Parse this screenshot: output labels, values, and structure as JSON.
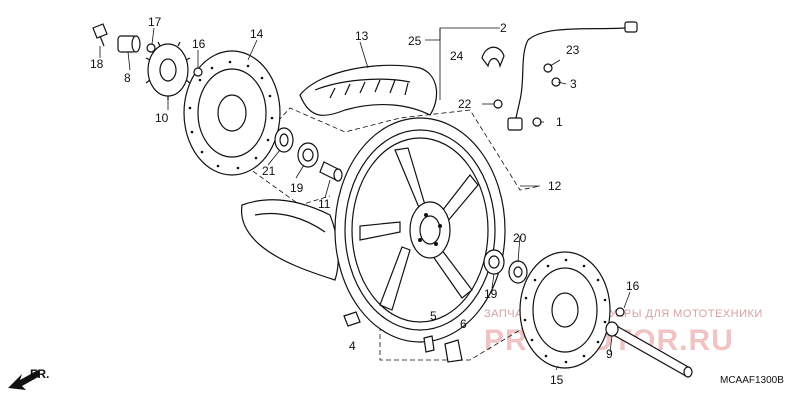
{
  "diagram": {
    "part_labels": [
      "1",
      "2",
      "3",
      "4",
      "5",
      "6",
      "8",
      "9",
      "10",
      "11",
      "12",
      "13",
      "14",
      "15",
      "16",
      "16",
      "17",
      "18",
      "19",
      "19",
      "20",
      "21",
      "22",
      "23",
      "24",
      "25"
    ],
    "direction_marker": "FR.",
    "diagram_code": "MCAAF1300B",
    "watermark": {
      "line1": "ЗАПЧАСТИ И АКСЕССУАРЫ ДЛЯ МОТОТЕХНИКИ",
      "line2": "PRO-MOTOR.RU"
    }
  }
}
